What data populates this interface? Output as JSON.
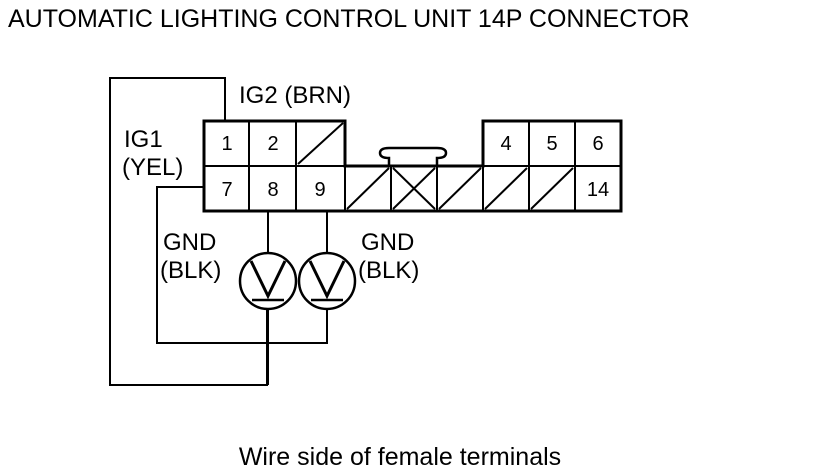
{
  "title": "AUTOMATIC LIGHTING CONTROL UNIT 14P CONNECTOR",
  "caption": "Wire side of female terminals",
  "labels": {
    "ig2": "IG2 (BRN)",
    "ig1_name": "IG1",
    "ig1_color": "(YEL)",
    "gnd_left_name": "GND",
    "gnd_left_color": "(BLK)",
    "gnd_right_name": "GND",
    "gnd_right_color": "(BLK)"
  },
  "connector": {
    "top_row": [
      "1",
      "2",
      "",
      "",
      "",
      "",
      "4",
      "5",
      "6"
    ],
    "bottom_row": [
      "7",
      "8",
      "9",
      "",
      "",
      "",
      "",
      "",
      "14"
    ],
    "meter_icon": "voltmeter-icon"
  }
}
